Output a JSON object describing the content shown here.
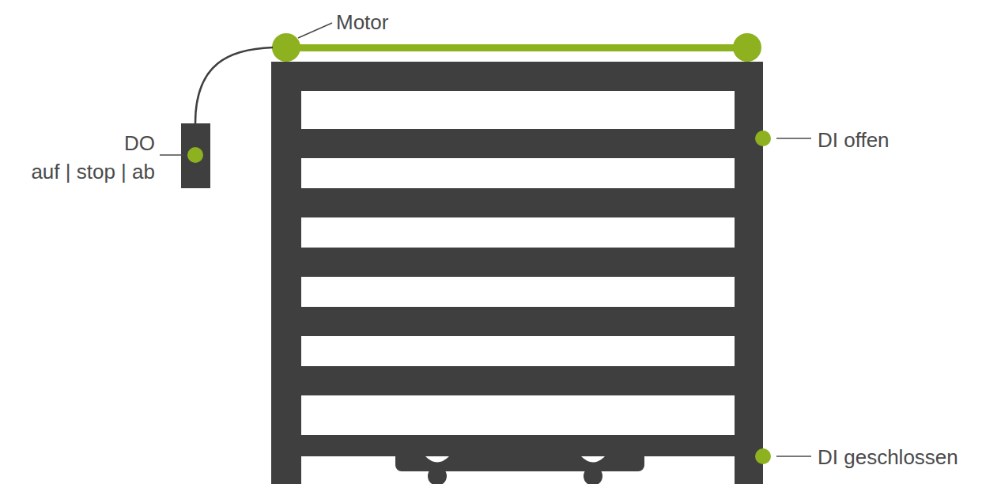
{
  "diagram": {
    "labels": [
      "Motor",
      "DO",
      "auf | stop | ab",
      "DI offen",
      "DI geschlossen"
    ]
  }
}
